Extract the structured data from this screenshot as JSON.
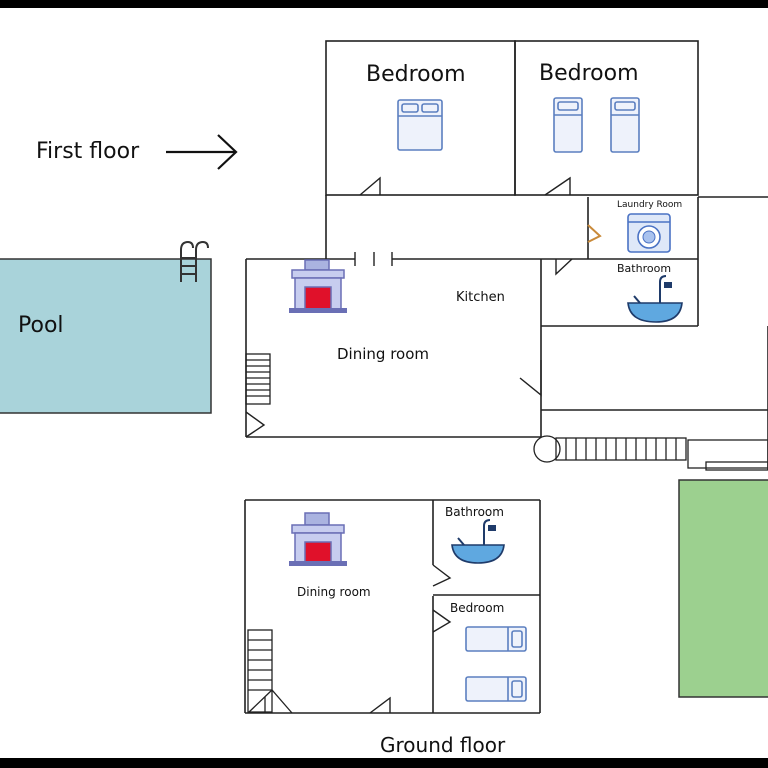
{
  "labels": {
    "first_floor": "First floor",
    "ground_floor": "Ground floor",
    "pool": "Pool",
    "bedroom_1": "Bedroom",
    "bedroom_2": "Bedroom",
    "laundry_room": "Laundry Room",
    "bathroom_upper": "Bathroom",
    "kitchen": "Kitchen",
    "dining_room_upper": "Dining room",
    "dining_room_lower": "Dining room",
    "bathroom_lower": "Bathroom",
    "bedroom_lower": "Bedroom"
  },
  "colors": {
    "pool": "#a9d3da",
    "lawn": "#9cd08f",
    "fireplace": "#6a6fb5",
    "fireplace_fire": "#e0112a",
    "door": "#c98a3a",
    "wall": "#222222",
    "bed": "#5b7fc0",
    "appliance": "#4a72c4"
  },
  "icons": [
    "arrow-right-icon",
    "pool-ladder-icon",
    "fireplace-icon",
    "double-bed-icon",
    "single-bed-icon",
    "washing-machine-icon",
    "bathtub-shower-icon"
  ]
}
